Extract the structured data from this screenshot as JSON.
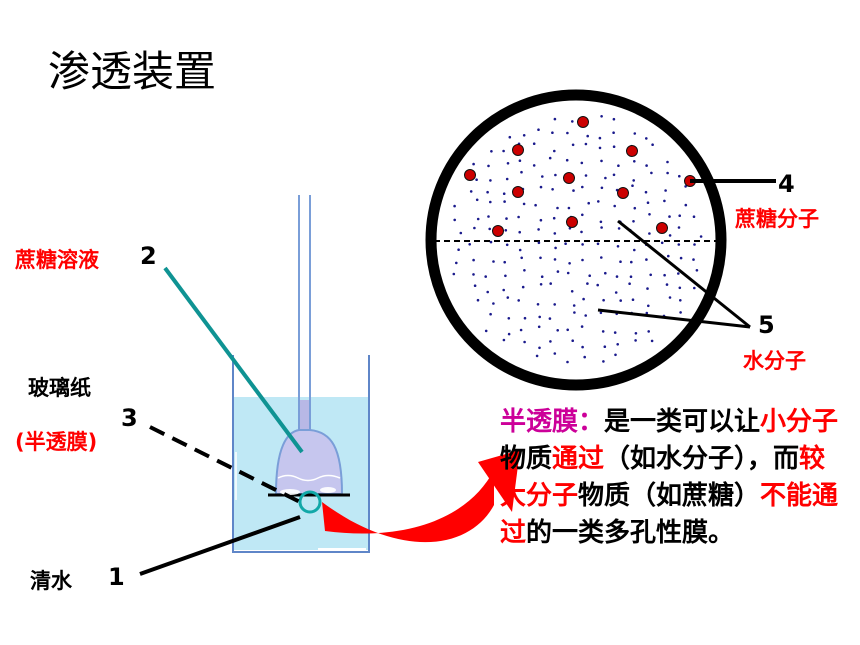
{
  "title": "渗透装置",
  "labels": {
    "sucrose_solution": "蔗糖溶液",
    "n2": "2",
    "cellophane": "玻璃纸",
    "n3": "3",
    "semipermeable_paren": "(半透膜)",
    "clear_water": "清水",
    "n1": "1",
    "n4": "4",
    "sucrose_molecule": "蔗糖分子",
    "n5": "5",
    "water_molecule": "水分子"
  },
  "description": {
    "term": "半透膜：",
    "p1": "是一类可以",
    "p2": "让",
    "p3": "小分子",
    "p4": "物质",
    "p5": "通过",
    "p6": "（如水分子），而",
    "p7": "较大分子",
    "p8": "物质（如蔗糖）",
    "p9": "不能通过",
    "p10": "的一类多孔性膜。"
  },
  "colors": {
    "red": "#ff0000",
    "magenta": "#cc0099",
    "water": "#bfe8f5",
    "teal_line": "#0f9393",
    "tube": "#7a9ed8",
    "solution": "#c6c6ee",
    "arrow": "#ff0000"
  }
}
